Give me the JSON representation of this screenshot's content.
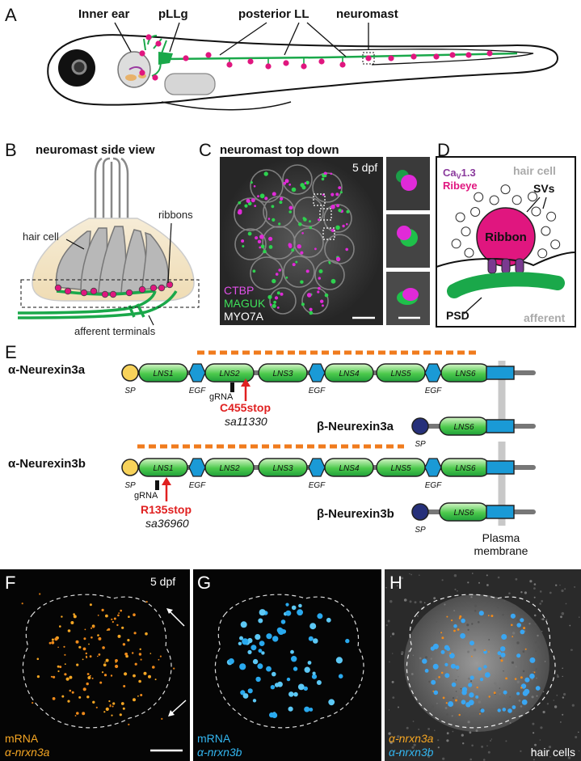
{
  "panels": {
    "A": {
      "letter": "A",
      "labels": {
        "inner_ear": "Inner ear",
        "pllg": "pLLg",
        "posterior_ll": "posterior LL",
        "neuromast": "neuromast"
      }
    },
    "B": {
      "letter": "B",
      "title": "neuromast side view",
      "labels": {
        "hair_cell": "hair cell",
        "ribbons": "ribbons",
        "afferent_terminals": "afferent terminals"
      }
    },
    "C": {
      "letter": "C",
      "title": "neuromast top down",
      "age": "5 dpf",
      "channels": {
        "ctbp": "CTBP",
        "maguk": "MAGUK",
        "myo7a": "MYO7A"
      }
    },
    "D": {
      "letter": "D",
      "hair_cell": "hair cell",
      "cav_main": "Ca",
      "cav_sub": "V",
      "cav_suffix": "1.3",
      "ribeye": "Ribeye",
      "svs": "SVs",
      "ribbon": "Ribbon",
      "psd": "PSD",
      "afferent": "afferent"
    },
    "E": {
      "letter": "E",
      "alpha_3a": "α-Neurexin3a",
      "beta_3a": "β-Neurexin3a",
      "alpha_3b": "α-Neurexin3b",
      "beta_3b": "β-Neurexin3b",
      "sp": "SP",
      "egf": "EGF",
      "lns": [
        "LNS1",
        "LNS2",
        "LNS3",
        "LNS4",
        "LNS5",
        "LNS6"
      ],
      "grna": "gRNA",
      "mut_3a": "C455stop",
      "allele_3a": "sa11330",
      "mut_3b": "R135stop",
      "allele_3b": "sa36960",
      "membrane_1": "Plasma",
      "membrane_2": "membrane"
    },
    "F": {
      "letter": "F",
      "age": "5 dpf",
      "line1": "mRNA",
      "line2": "α-nrxn3a"
    },
    "G": {
      "letter": "G",
      "line1": "mRNA",
      "line2": "α-nrxn3b"
    },
    "H": {
      "letter": "H",
      "line1": "α-nrxn3a",
      "line2": "α-nrxn3b",
      "corner": "hair cells"
    }
  },
  "colors": {
    "green": "#1aa84a",
    "magenta": "#e0167f",
    "orange": "#f07b1d",
    "red": "#e02020",
    "purple": "#8a3a9c",
    "blue_tm": "#1a9ad6",
    "navy": "#26307a",
    "yellow": "#f7d25a",
    "cyan": "#33b6f0"
  }
}
